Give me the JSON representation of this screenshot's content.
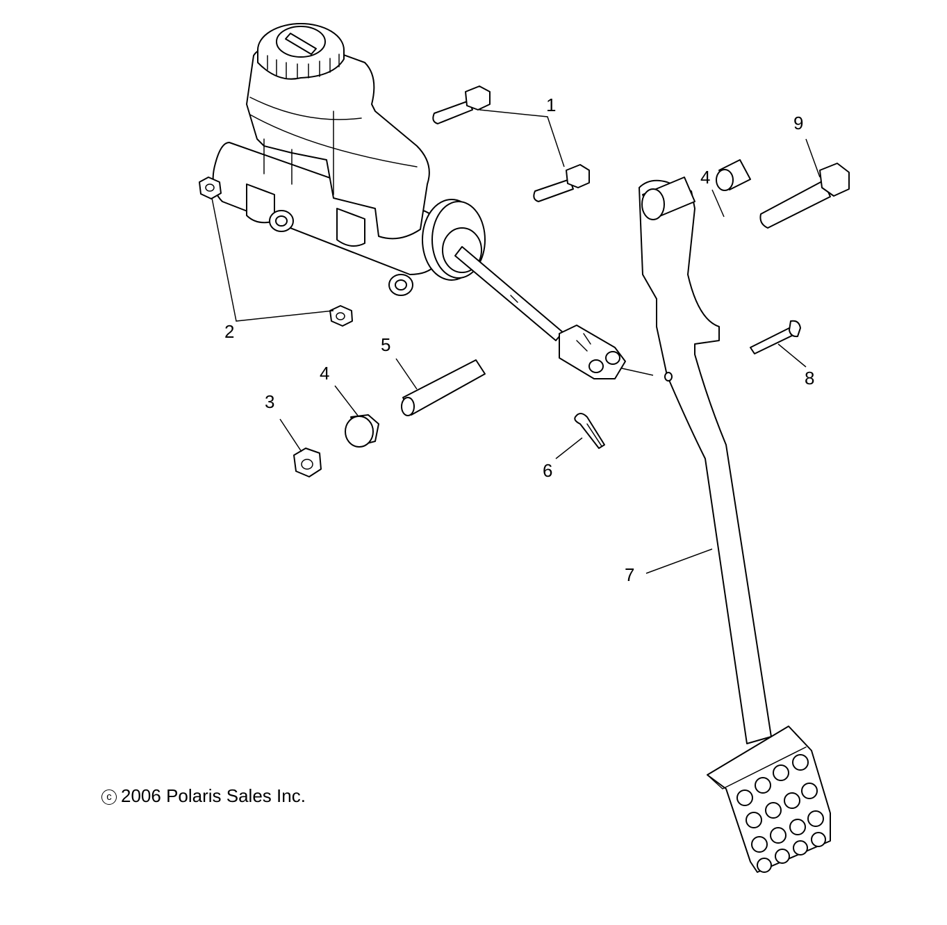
{
  "diagram": {
    "callouts": {
      "c1": "1",
      "c2": "2",
      "c3": "3",
      "c4a": "4",
      "c4b": "4",
      "c5": "5",
      "c6": "6",
      "c7": "7",
      "c8": "8",
      "c9": "9"
    },
    "copyright": {
      "symbol": "c",
      "text": "2006 Polaris Sales Inc."
    }
  },
  "colors": {
    "line": "#000000",
    "background": "#ffffff"
  }
}
